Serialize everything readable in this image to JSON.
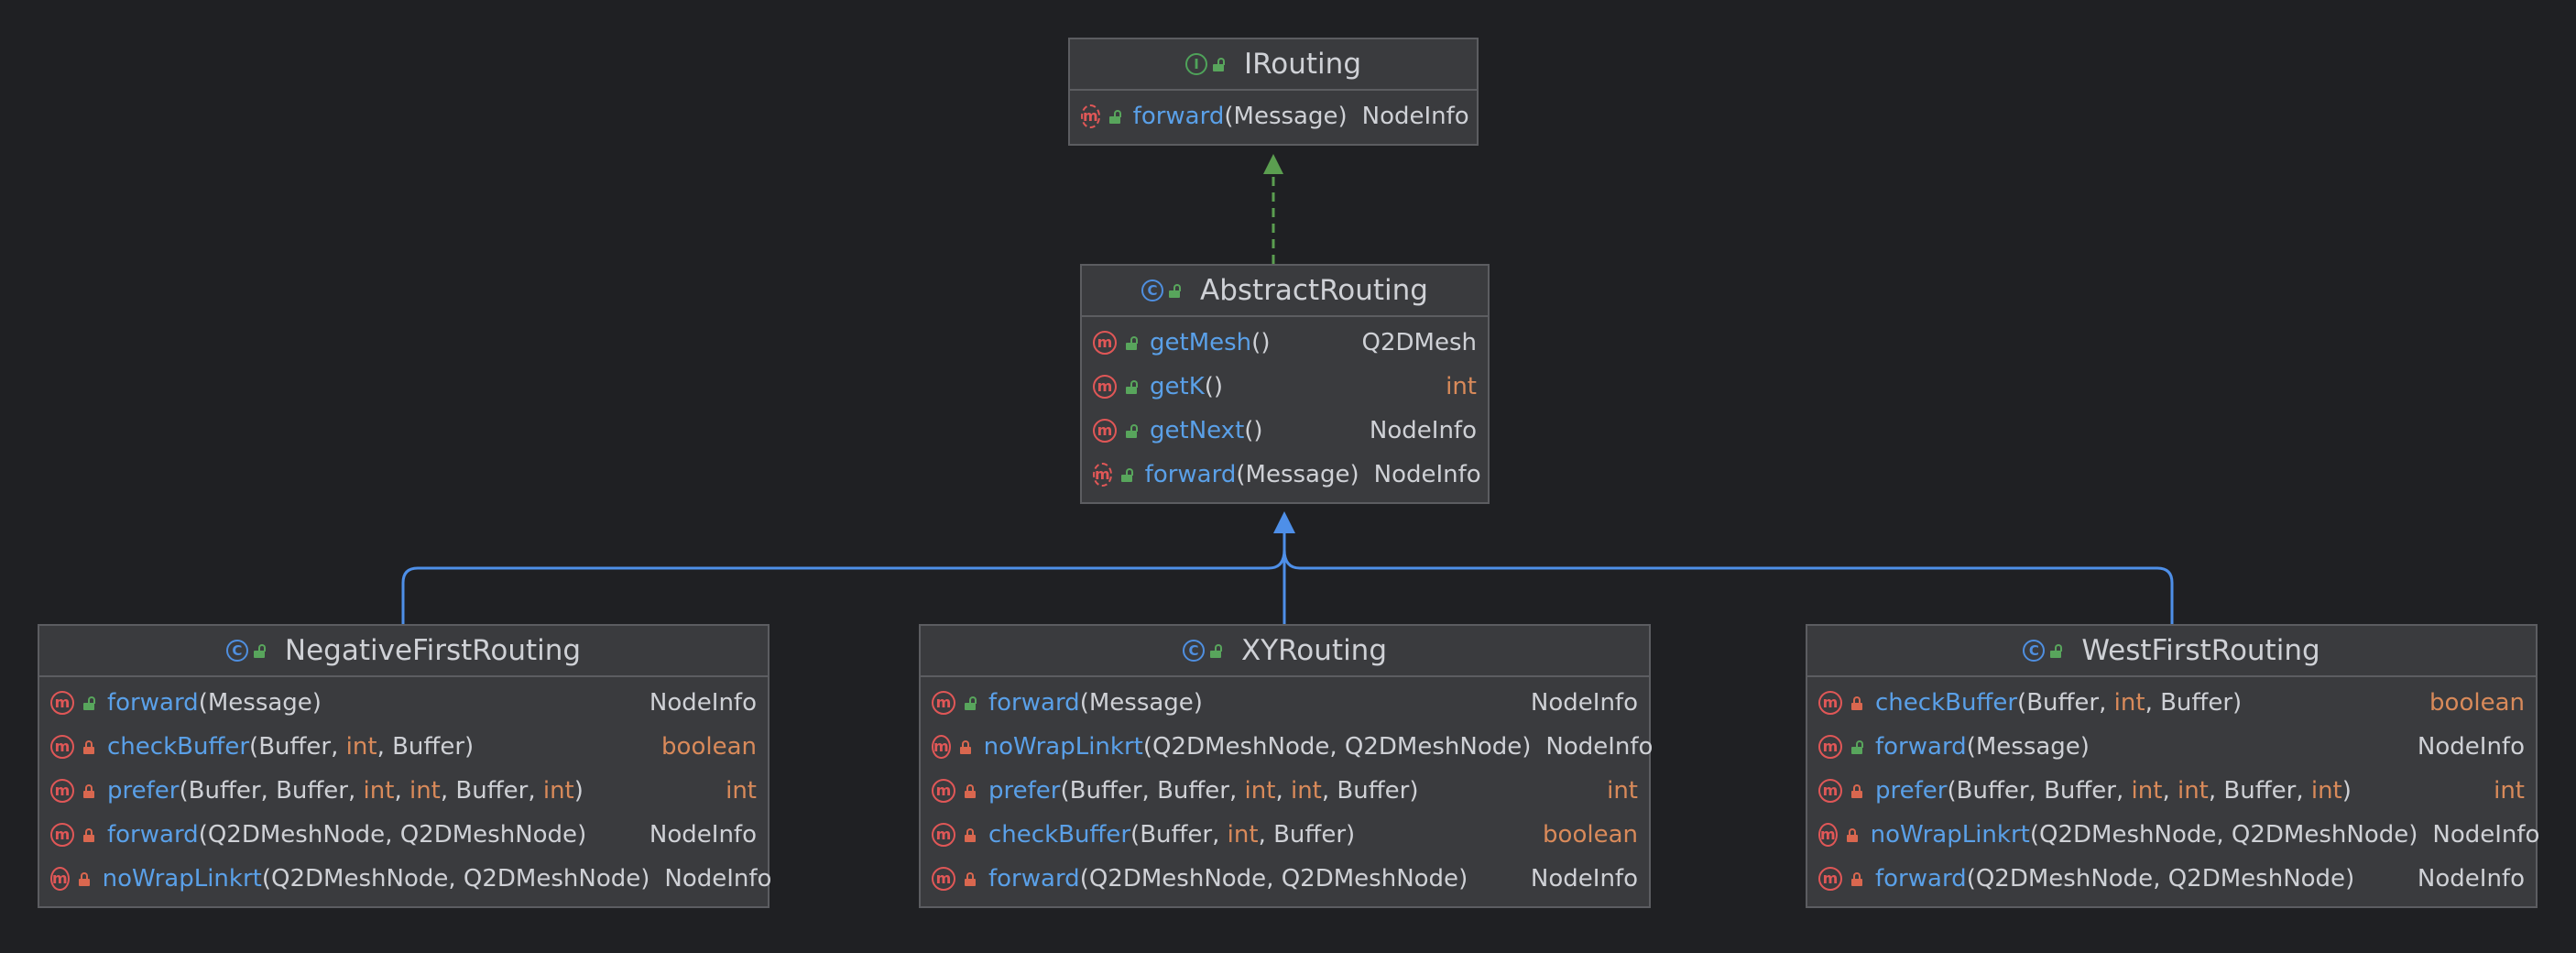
{
  "colors": {
    "background": "#1f2023",
    "box": "#3a3b3e",
    "border": "#5c5d61",
    "method_name": "#5aa0e8",
    "primitive": "#d98a5a",
    "realization_edge": "#5b9e50",
    "inheritance_edge": "#4e8fe8",
    "method_icon": "#e05757",
    "class_icon": "#4f8fe0",
    "interface_icon": "#4fa35a"
  },
  "classes": [
    {
      "id": "IRouting",
      "kind": "interface",
      "name": "IRouting",
      "members": [
        {
          "name": "forward",
          "params": [
            "Message"
          ],
          "returns": "NodeInfo",
          "visibility": "public",
          "abstract": true
        }
      ]
    },
    {
      "id": "AbstractRouting",
      "kind": "class",
      "name": "AbstractRouting",
      "members": [
        {
          "name": "getMesh",
          "params": [],
          "returns": "Q2DMesh",
          "visibility": "public",
          "abstract": false
        },
        {
          "name": "getK",
          "params": [],
          "returns": "int",
          "visibility": "public",
          "abstract": false
        },
        {
          "name": "getNext",
          "params": [],
          "returns": "NodeInfo",
          "visibility": "public",
          "abstract": false
        },
        {
          "name": "forward",
          "params": [
            "Message"
          ],
          "returns": "NodeInfo",
          "visibility": "public",
          "abstract": true
        }
      ]
    },
    {
      "id": "NegativeFirstRouting",
      "kind": "class",
      "name": "NegativeFirstRouting",
      "members": [
        {
          "name": "forward",
          "params": [
            "Message"
          ],
          "returns": "NodeInfo",
          "visibility": "public",
          "abstract": false
        },
        {
          "name": "checkBuffer",
          "params": [
            "Buffer",
            "int",
            "Buffer"
          ],
          "returns": "boolean",
          "visibility": "private",
          "abstract": false
        },
        {
          "name": "prefer",
          "params": [
            "Buffer",
            "Buffer",
            "int",
            "int",
            "Buffer",
            "int"
          ],
          "returns": "int",
          "visibility": "private",
          "abstract": false
        },
        {
          "name": "forward",
          "params": [
            "Q2DMeshNode",
            "Q2DMeshNode"
          ],
          "returns": "NodeInfo",
          "visibility": "private",
          "abstract": false
        },
        {
          "name": "noWrapLinkrt",
          "params": [
            "Q2DMeshNode",
            "Q2DMeshNode"
          ],
          "returns": "NodeInfo",
          "visibility": "private",
          "abstract": false
        }
      ]
    },
    {
      "id": "XYRouting",
      "kind": "class",
      "name": "XYRouting",
      "members": [
        {
          "name": "forward",
          "params": [
            "Message"
          ],
          "returns": "NodeInfo",
          "visibility": "public",
          "abstract": false
        },
        {
          "name": "noWrapLinkrt",
          "params": [
            "Q2DMeshNode",
            "Q2DMeshNode"
          ],
          "returns": "NodeInfo",
          "visibility": "private",
          "abstract": false
        },
        {
          "name": "prefer",
          "params": [
            "Buffer",
            "Buffer",
            "int",
            "int",
            "Buffer"
          ],
          "returns": "int",
          "visibility": "private",
          "abstract": false
        },
        {
          "name": "checkBuffer",
          "params": [
            "Buffer",
            "int",
            "Buffer"
          ],
          "returns": "boolean",
          "visibility": "private",
          "abstract": false
        },
        {
          "name": "forward",
          "params": [
            "Q2DMeshNode",
            "Q2DMeshNode"
          ],
          "returns": "NodeInfo",
          "visibility": "private",
          "abstract": false
        }
      ]
    },
    {
      "id": "WestFirstRouting",
      "kind": "class",
      "name": "WestFirstRouting",
      "members": [
        {
          "name": "checkBuffer",
          "params": [
            "Buffer",
            "int",
            "Buffer"
          ],
          "returns": "boolean",
          "visibility": "private",
          "abstract": false
        },
        {
          "name": "forward",
          "params": [
            "Message"
          ],
          "returns": "NodeInfo",
          "visibility": "public",
          "abstract": false
        },
        {
          "name": "prefer",
          "params": [
            "Buffer",
            "Buffer",
            "int",
            "int",
            "Buffer",
            "int"
          ],
          "returns": "int",
          "visibility": "private",
          "abstract": false
        },
        {
          "name": "noWrapLinkrt",
          "params": [
            "Q2DMeshNode",
            "Q2DMeshNode"
          ],
          "returns": "NodeInfo",
          "visibility": "private",
          "abstract": false
        },
        {
          "name": "forward",
          "params": [
            "Q2DMeshNode",
            "Q2DMeshNode"
          ],
          "returns": "NodeInfo",
          "visibility": "private",
          "abstract": false
        }
      ]
    }
  ],
  "relations": [
    {
      "type": "realization",
      "from": "AbstractRouting",
      "to": "IRouting"
    },
    {
      "type": "inheritance",
      "from": "NegativeFirstRouting",
      "to": "AbstractRouting"
    },
    {
      "type": "inheritance",
      "from": "XYRouting",
      "to": "AbstractRouting"
    },
    {
      "type": "inheritance",
      "from": "WestFirstRouting",
      "to": "AbstractRouting"
    }
  ]
}
